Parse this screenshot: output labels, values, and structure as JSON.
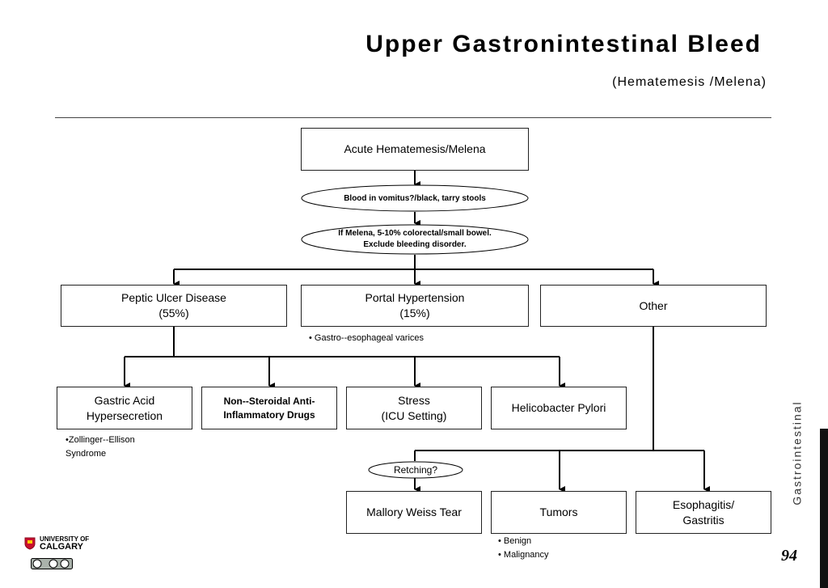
{
  "header": {
    "title": "Upper Gastronintestinal Bleed",
    "subtitle": "(Hematemesis /Melena)"
  },
  "flowchart": {
    "root": "Acute Hematemesis/Melena",
    "step1": "Blood in vomitus?/black, tarry stools",
    "step2_line1": "If Melena, 5-10% colorectal/small bowel.",
    "step2_line2": "Exclude bleeding disorder.",
    "pud_line1": "Peptic Ulcer Disease",
    "pud_line2": "(55%)",
    "portal_line1": "Portal Hypertension",
    "portal_line2": "(15%)",
    "portal_note": "• Gastro--esophageal varices",
    "other": "Other",
    "gastric_line1": "Gastric Acid",
    "gastric_line2": "Hypersecretion",
    "gastric_note_line1": "•Zollinger--Ellison",
    "gastric_note_line2": "Syndrome",
    "nsaid_line1": "Non--Steroidal Anti-",
    "nsaid_line2": "Inflammatory Drugs",
    "stress_line1": "Stress",
    "stress_line2": "(ICU Setting)",
    "hpylori": "Helicobacter Pylori",
    "retching": "Retching?",
    "mallory": "Mallory Weiss Tear",
    "tumors": "Tumors",
    "tumors_note_line1": "• Benign",
    "tumors_note_line2": "• Malignancy",
    "esoph_line1": "Esophagitis/",
    "esoph_line2": "Gastritis"
  },
  "sidebar": {
    "section": "Gastrointestinal",
    "page_number": "94"
  },
  "logo": {
    "line1": "UNIVERSITY OF",
    "line2": "CALGARY",
    "license": "cc"
  }
}
